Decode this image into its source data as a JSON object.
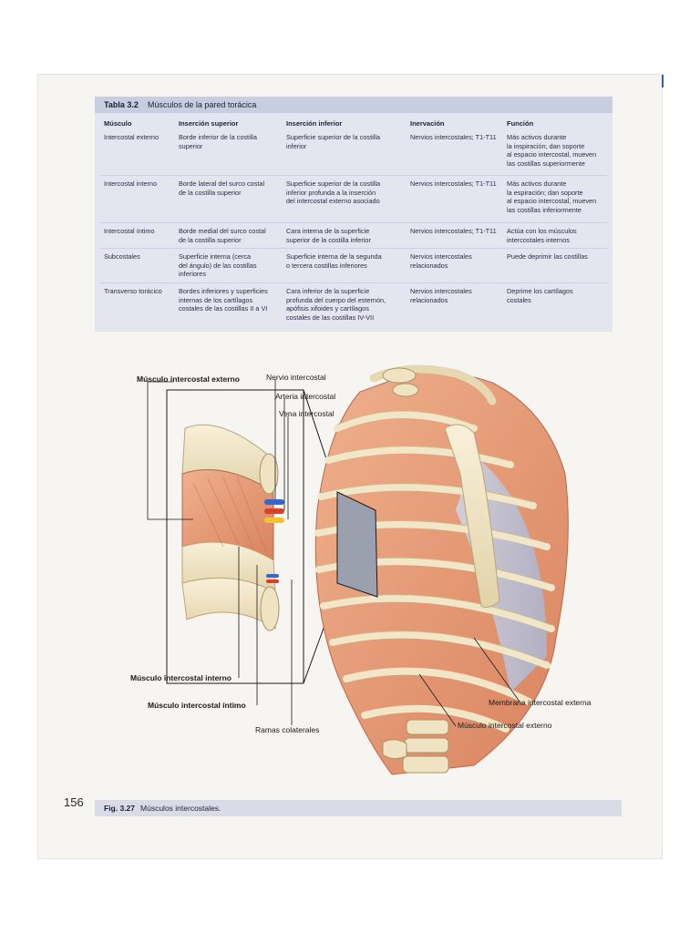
{
  "table": {
    "label": "Tabla 3.2",
    "title": "Músculos de la pared torácica",
    "headers": [
      "Músculo",
      "Inserción superior",
      "Inserción inferior",
      "Inervación",
      "Función"
    ],
    "rows": [
      {
        "muscle": "Intercostal externo",
        "superior": "Borde inferior de la costilla\nsuperior",
        "inferior": "Superficie superior de la costilla\ninferior",
        "nerve": "Nervios intercostales; T1-T11",
        "function": "Más activos durante\nla inspiración; dan soporte\nal espacio intercostal, mueven\nlas costillas superiormente"
      },
      {
        "muscle": "Intercostal interno",
        "superior": "Borde lateral del surco costal\nde la costilla superior",
        "inferior": "Superficie superior de la costilla\ninferior profunda a la inserción\ndel intercostal externo asociado",
        "nerve": "Nervios intercostales; T1-T11",
        "function": "Más activos durante\nla espiración; dan soporte\nal espacio intercostal, mueven\nlas costillas inferiormente"
      },
      {
        "muscle": "Intercostal íntimo",
        "superior": "Borde medial del surco costal\nde la costilla superior",
        "inferior": "Cara interna de la superficie\nsuperior de la costilla inferior",
        "nerve": "Nervios intercostales; T1-T11",
        "function": "Actúa con los músculos\nintercostales internos"
      },
      {
        "muscle": "Subcostales",
        "superior": "Superficie interna (cerca\ndel ángulo) de las costillas\ninferiores",
        "inferior": "Superficie interna de la segunda\no tercera costillas inferiores",
        "nerve": "Nervios intercostales\nrelacionados",
        "function": "Puede deprimir las costillas"
      },
      {
        "muscle": "Transverso torácico",
        "superior": "Bordes inferiores y superficies\ninternas de los cartílagos\ncostales de las costillas II a VI",
        "inferior": "Cara inferior de la superficie\nprofunda del cuerpo del esternón,\napófisis xifoides y cartílagos\ncostales de las costillas IV-VII",
        "nerve": "Nervios intercostales\nrelacionados",
        "function": "Deprime los cartílagos\ncostales"
      }
    ]
  },
  "figure": {
    "labels": {
      "ext_muscle_top": "Músculo intercostal externo",
      "nerve": "Nervio intercostal",
      "artery": "Arteria intercostal",
      "vein": "Vena intercostal",
      "int_muscle": "Músculo intercostal interno",
      "intimo_muscle": "Músculo intercostal íntimo",
      "collateral": "Ramas colaterales",
      "ext_membrane": "Membrana intercostal externa",
      "ext_muscle_right": "Músculo intercostal externo"
    }
  },
  "caption": {
    "label": "Fig. 3.27",
    "text": "Músculos intercostales."
  },
  "page_number": "156",
  "colors": {
    "muscle": "#e8a07a",
    "bone": "#f1e6c8",
    "membrane": "#b8c4dc",
    "nerve": "#f2c230",
    "artery": "#d6402c",
    "vein": "#3566c9"
  }
}
